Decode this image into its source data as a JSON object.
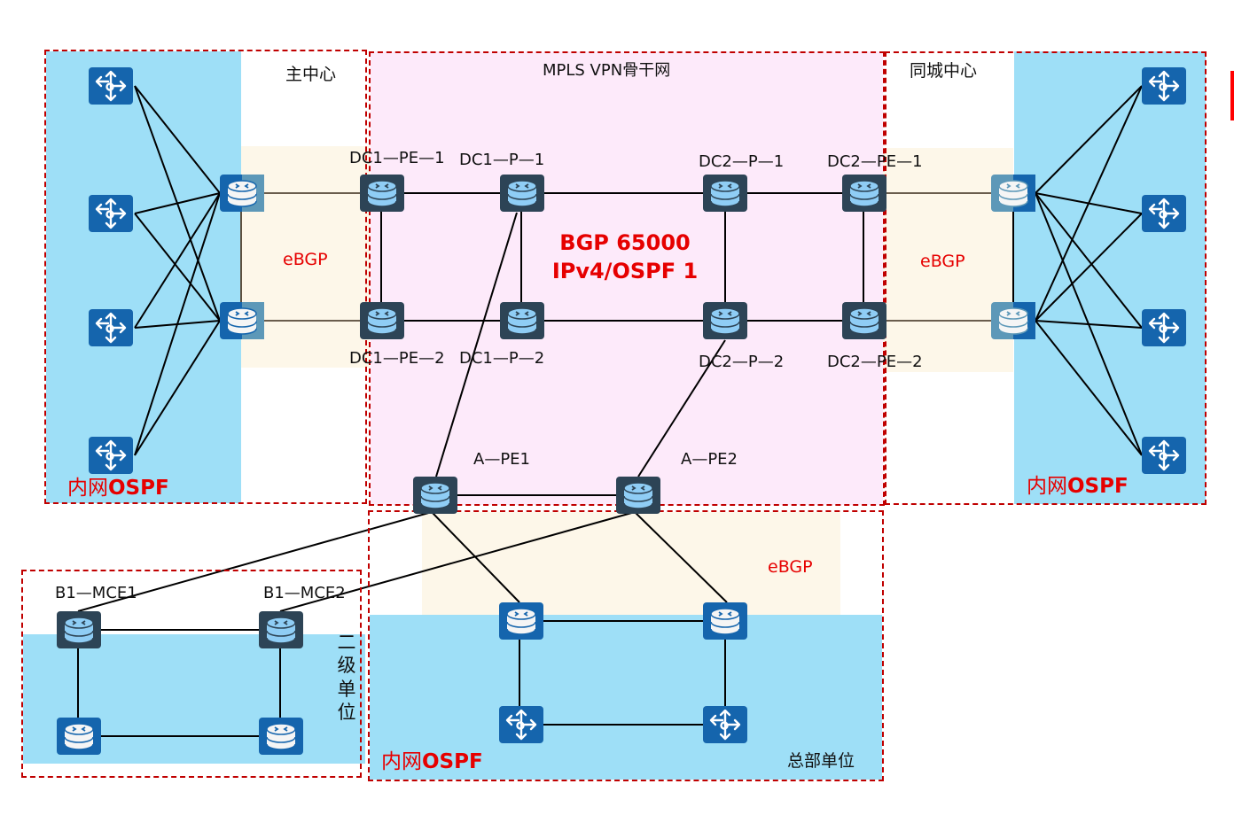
{
  "diagram": {
    "title": "MPLS VPN骨干网",
    "backbone_label_line1": "BGP 65000",
    "backbone_label_line2": "IPv4/OSPF 1",
    "colors": {
      "boundary": "#c00000",
      "backbone_fill": "#fdeafa",
      "ospf_fill": "#9edff7",
      "ebgp_fill": "#fdf7e9",
      "label_red": "#e60000",
      "pe_router": "#2d4456",
      "ce_router": "#1565ad",
      "switch": "#1565ad"
    },
    "regions": {
      "main_center": {
        "label": "主中心",
        "ospf_label_prefix": "内网",
        "ospf_label_suffix": "OSPF",
        "ebgp_label": "eBGP"
      },
      "city_center": {
        "label": "同城中心",
        "ospf_label_prefix": "内网",
        "ospf_label_suffix": "OSPF",
        "ebgp_label": "eBGP"
      },
      "headquarters": {
        "label": "总部单位",
        "ospf_label_prefix": "内网",
        "ospf_label_suffix": "OSPF",
        "ebgp_label": "eBGP"
      },
      "branch": {
        "label_chars": [
          "二",
          "级",
          "单",
          "位"
        ]
      }
    },
    "nodes": {
      "dc1_pe_1": {
        "label": "DC1—PE—1",
        "type": "router-pe"
      },
      "dc1_pe_2": {
        "label": "DC1—PE—2",
        "type": "router-pe"
      },
      "dc1_p_1": {
        "label": "DC1—P—1",
        "type": "router-pe"
      },
      "dc1_p_2": {
        "label": "DC1—P—2",
        "type": "router-pe"
      },
      "dc2_p_1": {
        "label": "DC2—P—1",
        "type": "router-pe"
      },
      "dc2_p_2": {
        "label": "DC2—P—2",
        "type": "router-pe"
      },
      "dc2_pe_1": {
        "label": "DC2—PE—1",
        "type": "router-pe"
      },
      "dc2_pe_2": {
        "label": "DC2—PE—2",
        "type": "router-pe"
      },
      "a_pe1": {
        "label": "A—PE1",
        "type": "router-pe"
      },
      "a_pe2": {
        "label": "A—PE2",
        "type": "router-pe"
      },
      "b1_mce1": {
        "label": "B1—MCE1",
        "type": "router-pe"
      },
      "b1_mce2": {
        "label": "B1—MCE2",
        "type": "router-pe"
      }
    }
  }
}
